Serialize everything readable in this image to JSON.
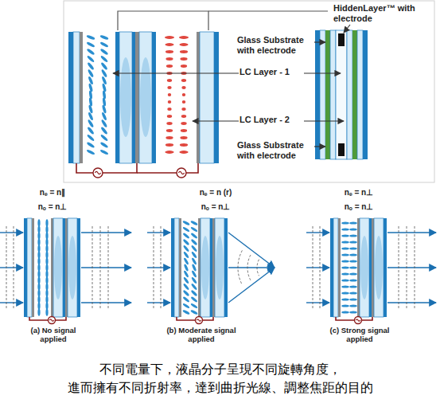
{
  "diagram": {
    "caption": "不同電量下，液晶分子呈現不同旋轉角度， 進而擁有不同折射率，達到曲折光線、調整焦距的目的",
    "labels": [
      "HiddenLayer™ with electrode",
      "Glass Substrate with electrode",
      "LC Layer - 1",
      "LC Layer - 2",
      "Glass Substrate with electrode",
      "nₑ = n∥",
      "nₒ = n⊥",
      "nₑ = n (r)",
      "nₒ = n⊥",
      "nₑ = n⊥",
      "nₒ = n⊥",
      "(a) No signal applied",
      "(b) Moderate signal applied",
      "(c) Strong signal applied"
    ]
  }
}
